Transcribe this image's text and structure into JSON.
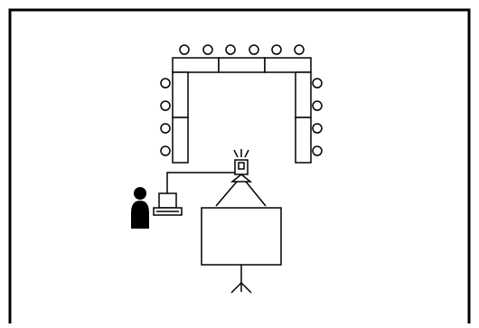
{
  "diagram": {
    "kind": "room-layout",
    "stroke_color": "#000000",
    "fill_color": "#ffffff",
    "person_color": "#000000",
    "elements": [
      {
        "id": "room-frame",
        "icon": "rectangle-outline"
      },
      {
        "id": "table-top-row",
        "segments": 3
      },
      {
        "id": "table-left-column",
        "segments": 2
      },
      {
        "id": "table-right-column",
        "segments": 2
      },
      {
        "id": "chairs-top",
        "count": 6
      },
      {
        "id": "chairs-left",
        "count": 4
      },
      {
        "id": "chairs-right",
        "count": 4
      },
      {
        "id": "projector",
        "icon": "projector-icon"
      },
      {
        "id": "laptop",
        "icon": "laptop-icon"
      },
      {
        "id": "presenter",
        "icon": "person-icon"
      },
      {
        "id": "projection-screen",
        "icon": "screen-on-tripod-icon"
      }
    ]
  }
}
